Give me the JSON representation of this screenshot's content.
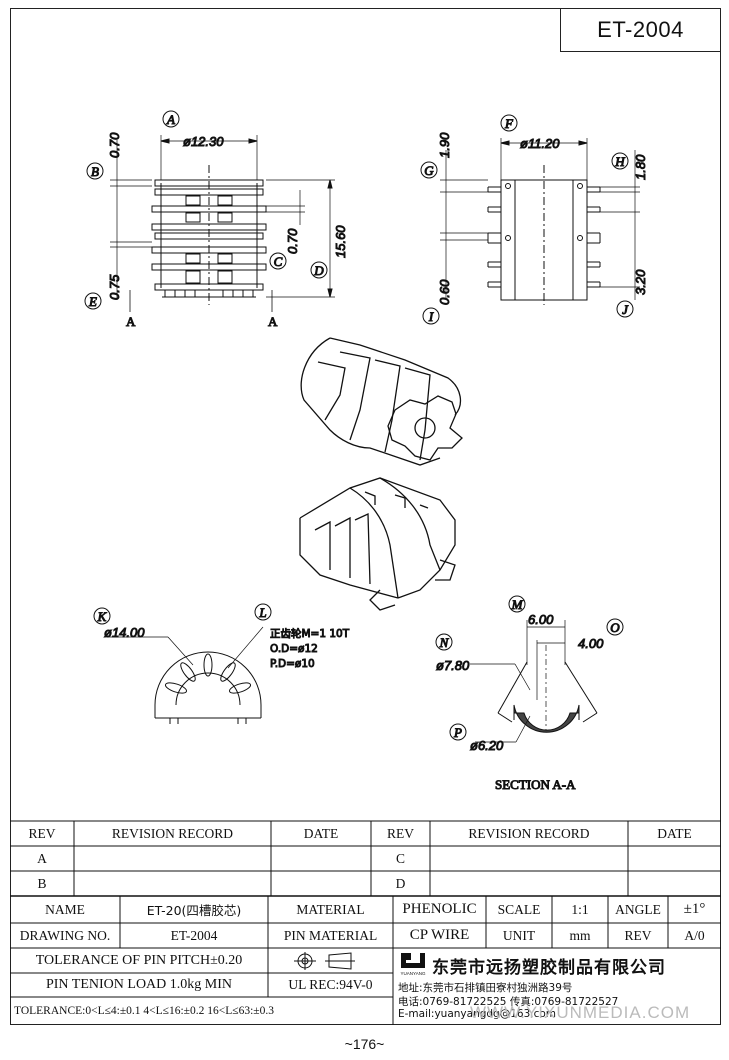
{
  "header": {
    "part_code": "ET-2004"
  },
  "dimensions": {
    "A": {
      "letter": "A",
      "value": "ø12.30"
    },
    "B": {
      "letter": "B",
      "value": "0.70"
    },
    "C": {
      "letter": "C",
      "value": "0.70"
    },
    "D": {
      "letter": "D",
      "value": "15.60"
    },
    "E": {
      "letter": "E",
      "value": "0.75"
    },
    "F": {
      "letter": "F",
      "value": "ø11.20"
    },
    "G": {
      "letter": "G",
      "value": "1.90"
    },
    "H": {
      "letter": "H",
      "value": "1.80"
    },
    "I": {
      "letter": "I",
      "value": "0.60"
    },
    "J": {
      "letter": "J",
      "value": "3.20"
    },
    "K": {
      "letter": "K",
      "value": "ø14.00"
    },
    "L": {
      "letter": "L"
    },
    "M": {
      "letter": "M",
      "value": "6.00"
    },
    "N": {
      "letter": "N",
      "value": "ø7.80"
    },
    "O": {
      "letter": "O",
      "value": "4.00"
    },
    "P": {
      "letter": "P",
      "value": "ø6.20"
    }
  },
  "section_marks": {
    "left": "A",
    "right": "A"
  },
  "gear_note": {
    "line1": "正齿轮M=1 10T",
    "line2": "O.D=ø12",
    "line3": "P.D=ø10"
  },
  "section_label": "SECTION  A-A",
  "revision_table": {
    "headers": [
      "REV",
      "REVISION RECORD",
      "DATE",
      "REV",
      "REVISION RECORD",
      "DATE"
    ],
    "rows": [
      [
        "A",
        "",
        "",
        "C",
        "",
        ""
      ],
      [
        "B",
        "",
        "",
        "D",
        "",
        ""
      ]
    ]
  },
  "title_block": {
    "name_label": "NAME",
    "name_value": "ET-20(四槽胶芯)",
    "material_label": "MATERIAL",
    "material_value": "PHENOLIC",
    "scale_label": "SCALE",
    "scale_value": "1:1",
    "angle_label": "ANGLE",
    "angle_value": "±1°",
    "drawing_no_label": "DRAWING NO.",
    "drawing_no_value": "ET-2004",
    "pin_material_label": "PIN MATERIAL",
    "pin_material_value": "CP WIRE",
    "unit_label": "UNIT",
    "unit_value": "mm",
    "rev_label": "REV",
    "rev_value": "A/0",
    "pin_pitch": "TOLERANCE OF PIN PITCH±0.20",
    "pin_load": "PIN TENION LOAD 1.0kg MIN",
    "ul": "UL REC:94V-0",
    "tolerance": "TOLERANCE:0<L≤4:±0.1  4<L≤16:±0.2   16<L≤63:±0.3"
  },
  "company": {
    "logo_text": "YUANYANG",
    "name": "东莞市远扬塑胶制品有限公司",
    "address": "地址:东莞市石排镇田寮村独洲路39号",
    "phone": "电话:0769-81722525    传真:0769-81722527",
    "email": "E-mail:yuanyangdg@163.com"
  },
  "watermark": "WWW.YIXUNMEDIA.COM",
  "page_number": "~176~"
}
